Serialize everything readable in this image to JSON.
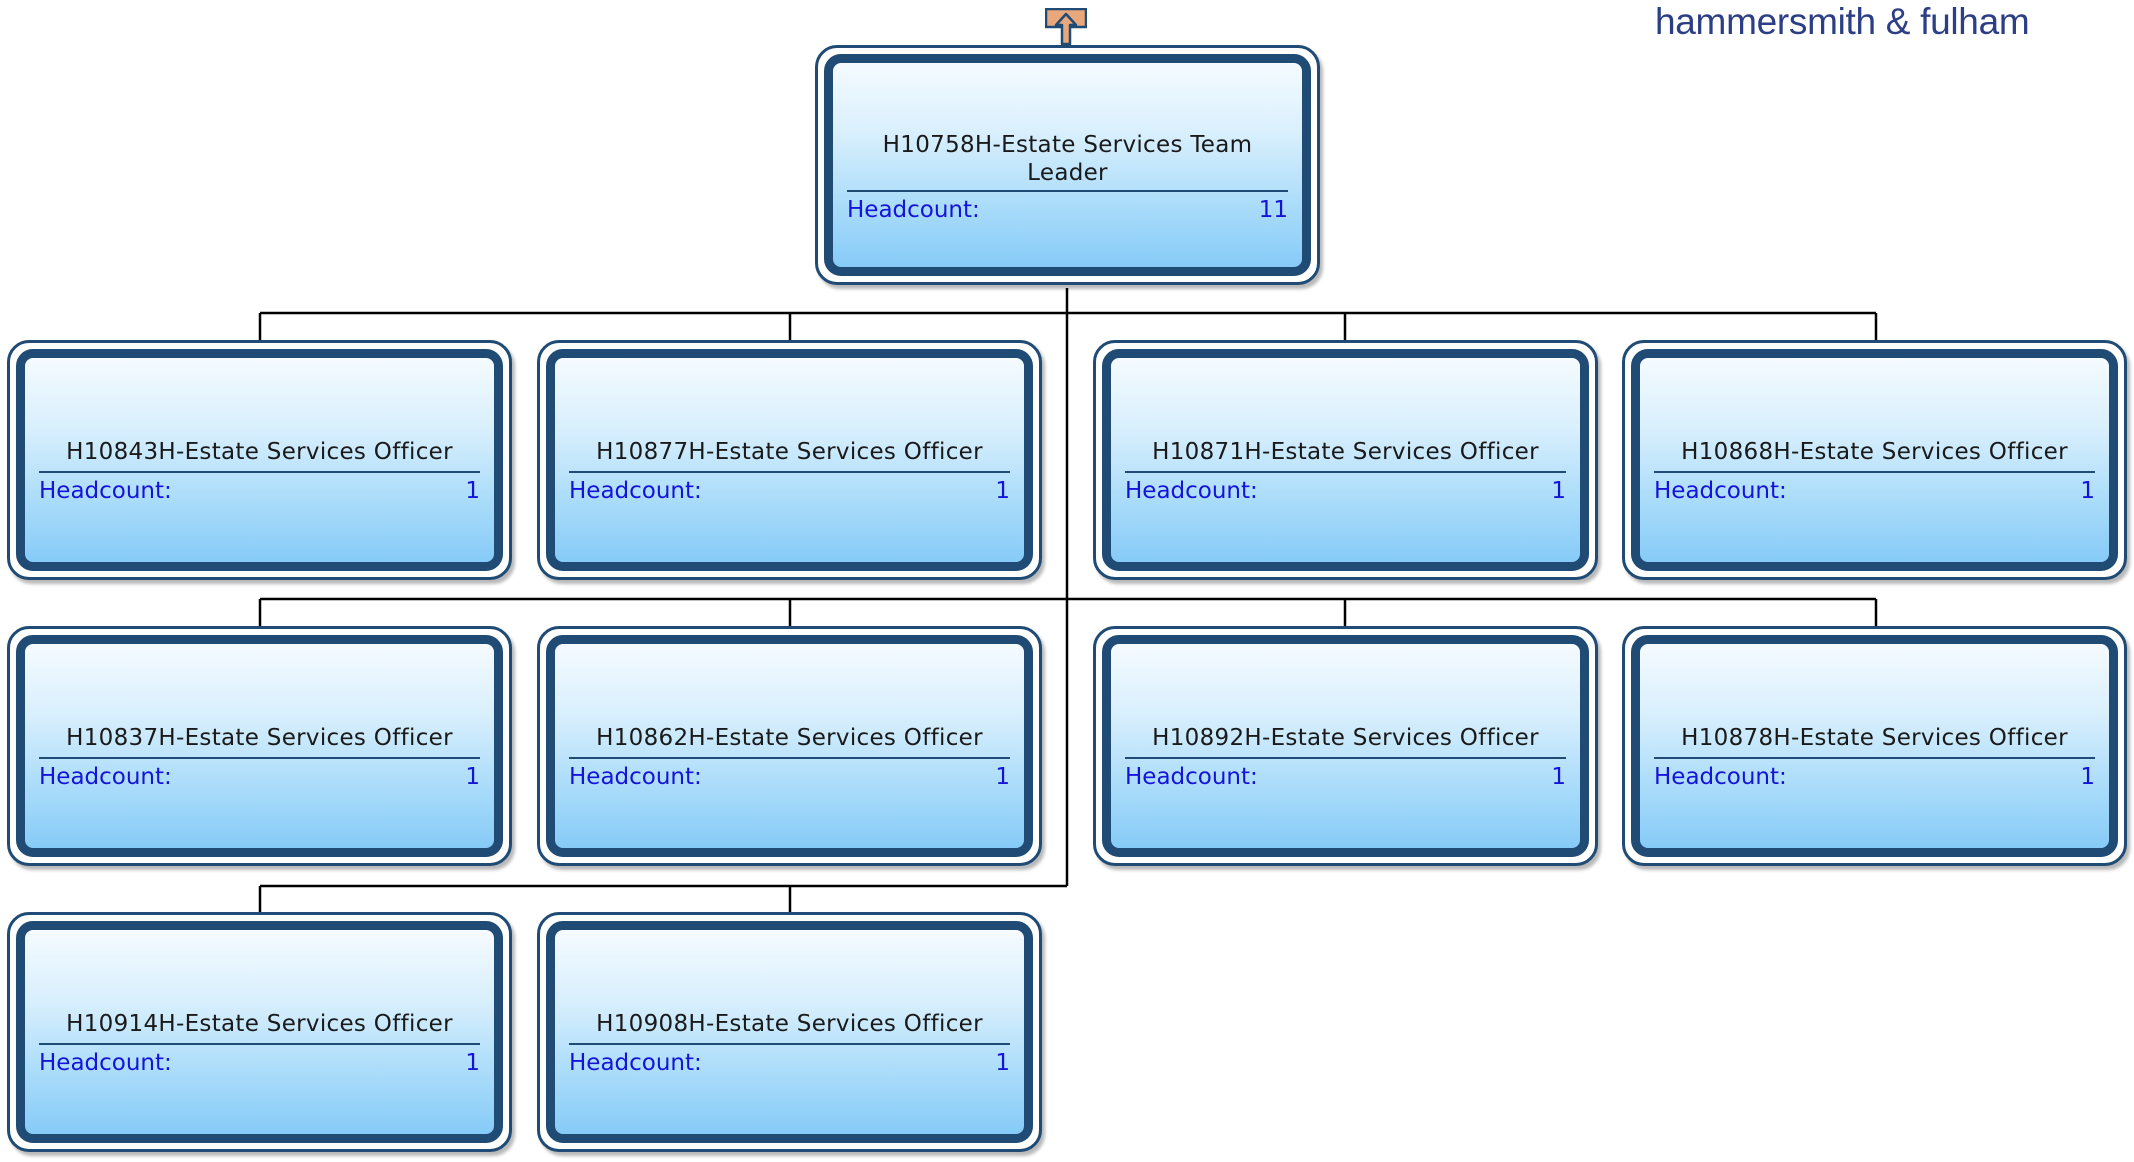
{
  "logo": {
    "text": "hammersmith & fulham",
    "color": "#2b3e86"
  },
  "navigation": {
    "up_icon": "up-arrow-icon"
  },
  "colors": {
    "box_border": "#1f4b74",
    "gradient_top": "#f5fbff",
    "gradient_bottom": "#86cbf8",
    "title_text": "#1a1a1a",
    "headcount_text": "#1414d8",
    "connector": "#000000",
    "up_arrow_fill": "#e8a87c"
  },
  "org": {
    "root": {
      "title": "H10758H-Estate Services Team Leader",
      "headcount_label": "Headcount:",
      "headcount": "11"
    },
    "children": [
      {
        "title": "H10843H-Estate Services Officer",
        "headcount_label": "Headcount:",
        "headcount": "1"
      },
      {
        "title": "H10877H-Estate Services Officer",
        "headcount_label": "Headcount:",
        "headcount": "1"
      },
      {
        "title": "H10871H-Estate Services Officer",
        "headcount_label": "Headcount:",
        "headcount": "1"
      },
      {
        "title": "H10868H-Estate Services Officer",
        "headcount_label": "Headcount:",
        "headcount": "1"
      },
      {
        "title": "H10837H-Estate Services Officer",
        "headcount_label": "Headcount:",
        "headcount": "1"
      },
      {
        "title": "H10862H-Estate Services Officer",
        "headcount_label": "Headcount:",
        "headcount": "1"
      },
      {
        "title": "H10892H-Estate Services Officer",
        "headcount_label": "Headcount:",
        "headcount": "1"
      },
      {
        "title": "H10878H-Estate Services Officer",
        "headcount_label": "Headcount:",
        "headcount": "1"
      },
      {
        "title": "H10914H-Estate Services Officer",
        "headcount_label": "Headcount:",
        "headcount": "1"
      },
      {
        "title": "H10908H-Estate Services Officer",
        "headcount_label": "Headcount:",
        "headcount": "1"
      }
    ]
  }
}
